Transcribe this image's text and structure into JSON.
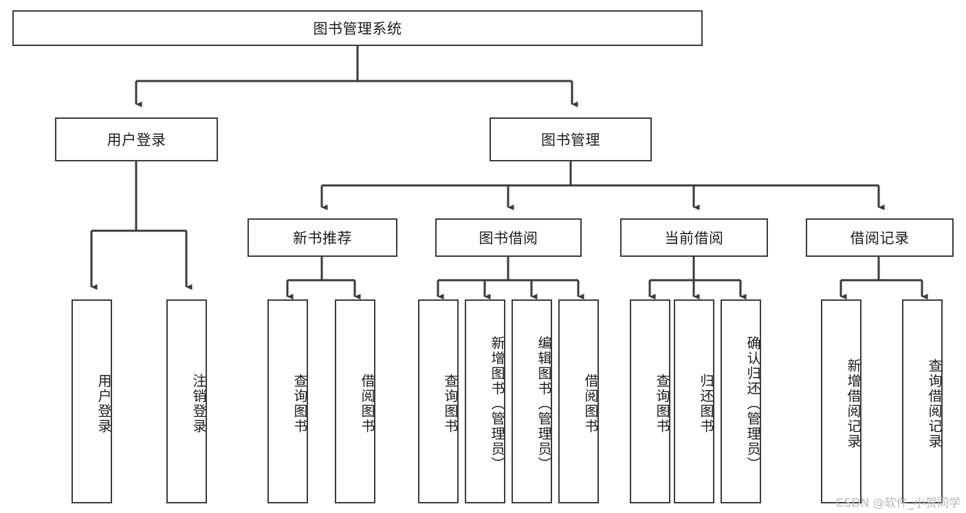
{
  "diagram": {
    "type": "tree",
    "title": "图书管理系统",
    "root": {
      "label": "图书管理系统"
    },
    "level2": [
      {
        "label": "用户登录"
      },
      {
        "label": "图书管理"
      }
    ],
    "level3": [
      {
        "label": "新书推荐"
      },
      {
        "label": "图书借阅"
      },
      {
        "label": "当前借阅"
      },
      {
        "label": "借阅记录"
      }
    ],
    "leaves": {
      "user_login": [
        {
          "label": "用户登录"
        },
        {
          "label": "注销登录"
        }
      ],
      "new_book_recommend": [
        {
          "label": "查询图书"
        },
        {
          "label": "借阅图书"
        }
      ],
      "book_borrow": [
        {
          "label": "查询图书"
        },
        {
          "label": "新增图书（管理员）"
        },
        {
          "label": "编辑图书（管理员）"
        },
        {
          "label": "借阅图书"
        }
      ],
      "current_borrow": [
        {
          "label": "查询图书"
        },
        {
          "label": "归还图书"
        },
        {
          "label": "确认归还（管理员）"
        }
      ],
      "borrow_record": [
        {
          "label": "新增借阅记录"
        },
        {
          "label": "查询借阅记录"
        }
      ]
    }
  },
  "watermark": {
    "text": "CSDN @软件_小贺同学"
  },
  "colors": {
    "background": "#ffffff",
    "stroke": "#3a3a3a",
    "text": "#1c1c1c",
    "watermark": "#b9b9b9"
  }
}
